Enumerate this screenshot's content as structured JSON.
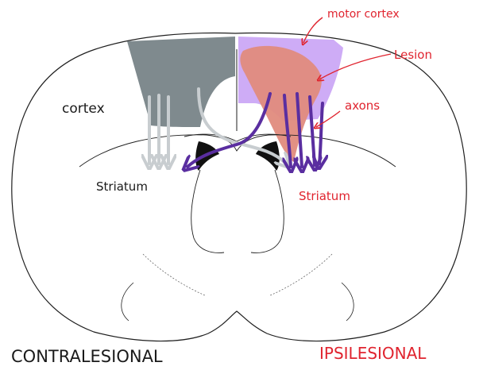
{
  "labels": {
    "cortex": "cortex",
    "striatum_left": "Striatum",
    "striatum_right": "Striatum",
    "motor_cortex": "motor cortex",
    "lesion": "Lesion",
    "axons": "axons",
    "contralesional": "CONTRALESIONAL",
    "ipsilesional": "IPSILESIONAL"
  },
  "colors": {
    "outline": "#1f1f1f",
    "contra_motor_cortex": "#7f8a8e",
    "contra_axons": "#c8cdd0",
    "motor_cortex_region": "#c9a3f5",
    "lesion_region": "#e08b7d",
    "ipsi_axons": "#5a2ea0",
    "annotation": "#e0242f",
    "ventricle": "#111111"
  }
}
